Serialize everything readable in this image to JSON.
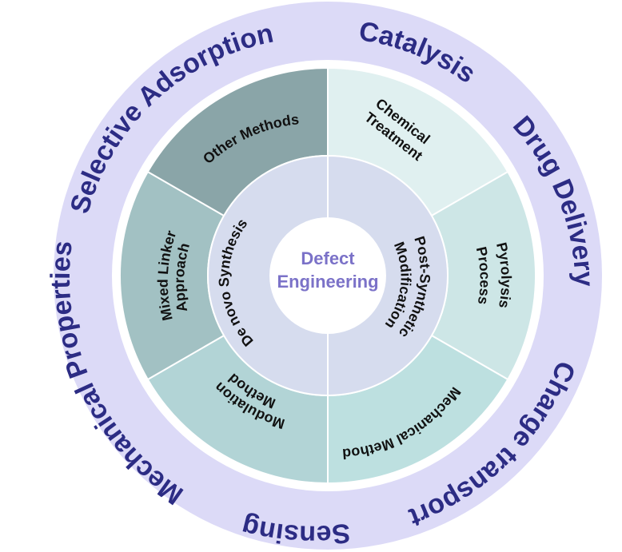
{
  "center": {
    "line1": "Defect",
    "line2": "Engineering"
  },
  "middle_ring": {
    "left": "De novo Synthesis",
    "right_line1": "Post-Synthetic",
    "right_line2": "Modification"
  },
  "segments": {
    "other_methods": "Other Methods",
    "mixed_linker_line1": "Mixed Linker",
    "mixed_linker_line2": "Approach",
    "modulation_line1": "Modulation",
    "modulation_line2": "Method",
    "chemical_line1": "Chemical",
    "chemical_line2": "Treatment",
    "pyrolysis_line1": "Pyrolysis",
    "pyrolysis_line2": "Process",
    "mechanical_method": "Mechanical Method"
  },
  "applications": {
    "selective_adsorption": "Selective Adsorption",
    "catalysis": "Catalysis",
    "drug_delivery": "Drug Delivery",
    "charge_transport": "Charge transport",
    "sensing": "Sensing",
    "mechanical_properties": "Mechanical Properties"
  },
  "colors": {
    "outer_ring": "#dcdaf7",
    "other_methods": "#8aa5a8",
    "mixed_linker": "#a2c1c3",
    "modulation": "#b2d4d6",
    "chemical_treatment": "#e0f0f0",
    "pyrolysis": "#cde6e6",
    "mechanical_method": "#bde0e0",
    "middle_ring": "#d6dcee",
    "center": "#ffffff",
    "outer_text": "#2c2c84",
    "center_text": "#7b72c8"
  }
}
